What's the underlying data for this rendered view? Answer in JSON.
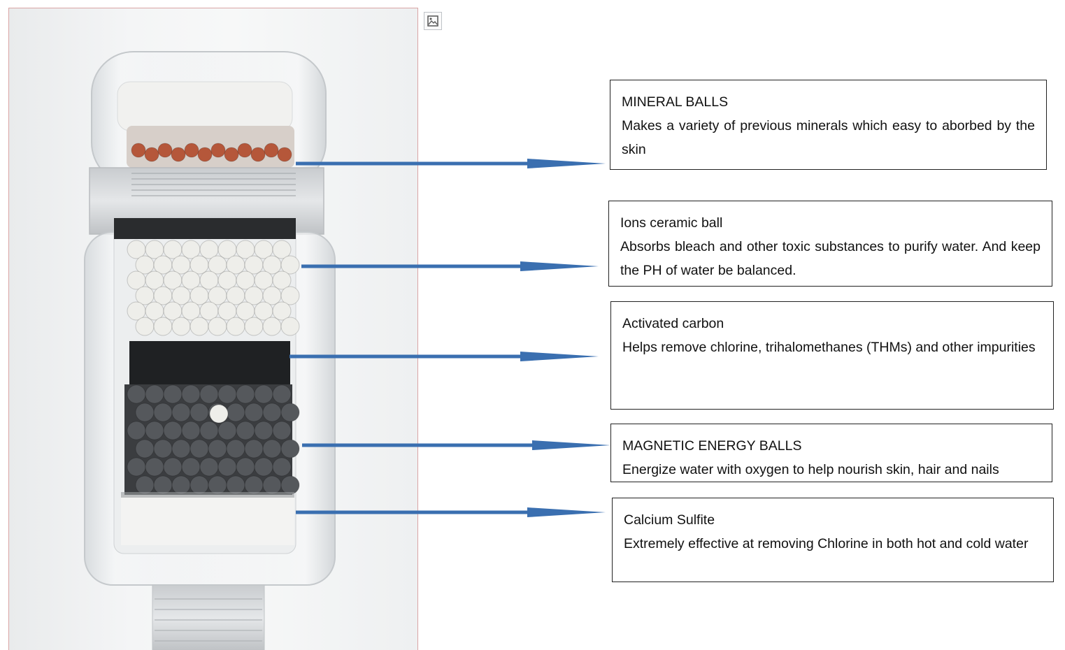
{
  "callouts": [
    {
      "title": "MINERAL BALLS",
      "description": "Makes a variety of previous minerals which easy to aborbed by the skin"
    },
    {
      "title": "Ions ceramic ball",
      "description": "Absorbs bleach and other toxic substances to purify water. And keep the PH of water be balanced."
    },
    {
      "title": "Activated carbon",
      "description": "Helps remove chlorine, trihalomethanes (THMs) and other impurities"
    },
    {
      "title": "MAGNETIC ENERGY BALLS",
      "description": "Energize water with oxygen to help nourish skin, hair and nails"
    },
    {
      "title": "Calcium Sulfite",
      "description": "Extremely effective at removing Chlorine in both hot and cold water"
    }
  ],
  "colors": {
    "arrow": "#3a6fb0",
    "mineral_ball": "#b5573a",
    "ceramic_ball": "#eeeeea",
    "carbon": "#1f2123",
    "magnetic_ball": "#55585c"
  },
  "icons": {
    "placeholder": "broken-image-icon"
  }
}
